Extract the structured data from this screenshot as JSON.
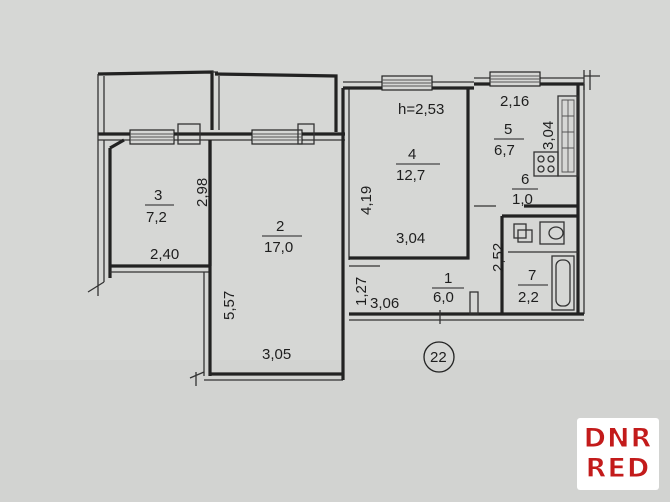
{
  "plan": {
    "height_label": "h=2,53",
    "apartment_number": "22",
    "rooms": [
      {
        "number": "2",
        "area": "17,0"
      },
      {
        "number": "3",
        "area": "7,2"
      },
      {
        "number": "4",
        "area": "12,7"
      },
      {
        "number": "5",
        "area": "6,7"
      },
      {
        "number": "6",
        "area": "1,0"
      },
      {
        "number": "7",
        "area": "2,2"
      },
      {
        "number": "1",
        "area": "6,0"
      }
    ],
    "dimensions": {
      "room3_width": "2,40",
      "room3_depth": "2,98",
      "room2_width": "3,05",
      "room2_depth": "5,57",
      "room4_width": "3,04",
      "room4_depth": "4,19",
      "kitchen_width": "2,16",
      "kitchen_depth": "3,04",
      "hall_width": "3,06",
      "hall_depth": "1,27",
      "bath_depth": "2,52"
    }
  },
  "watermark": {
    "line1": "DNR",
    "line2": "RED"
  }
}
